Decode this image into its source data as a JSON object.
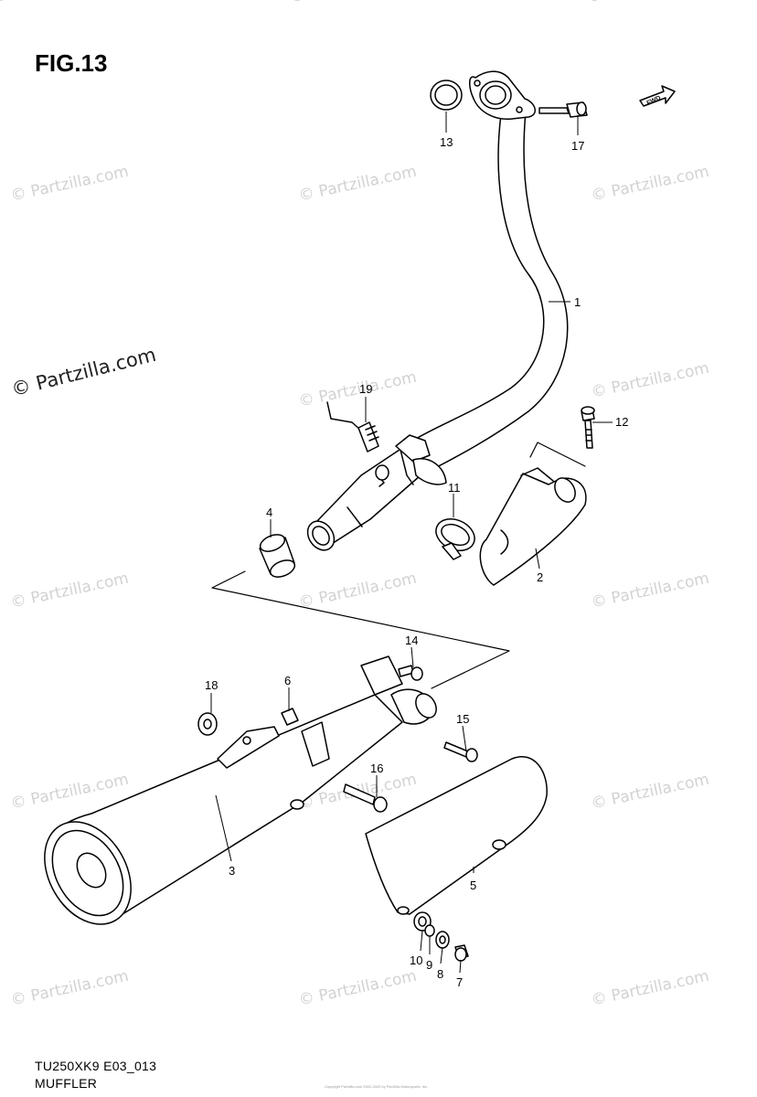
{
  "figure": {
    "title": "FIG.13",
    "model_code": "TU250XK9 E03_013",
    "caption": "MUFFLER"
  },
  "forward_marker": "FWD",
  "watermark": {
    "text": "© Partzilla.com",
    "copyright_line": "Copyright Partzilla.com 2002-2025 by RevZilla Motorsports, Inc."
  },
  "parts": [
    {
      "number": "1"
    },
    {
      "number": "2"
    },
    {
      "number": "3"
    },
    {
      "number": "4"
    },
    {
      "number": "5"
    },
    {
      "number": "6"
    },
    {
      "number": "7"
    },
    {
      "number": "8"
    },
    {
      "number": "9"
    },
    {
      "number": "10"
    },
    {
      "number": "11"
    },
    {
      "number": "12"
    },
    {
      "number": "13"
    },
    {
      "number": "14"
    },
    {
      "number": "15"
    },
    {
      "number": "16"
    },
    {
      "number": "17"
    },
    {
      "number": "18"
    },
    {
      "number": "19"
    }
  ]
}
